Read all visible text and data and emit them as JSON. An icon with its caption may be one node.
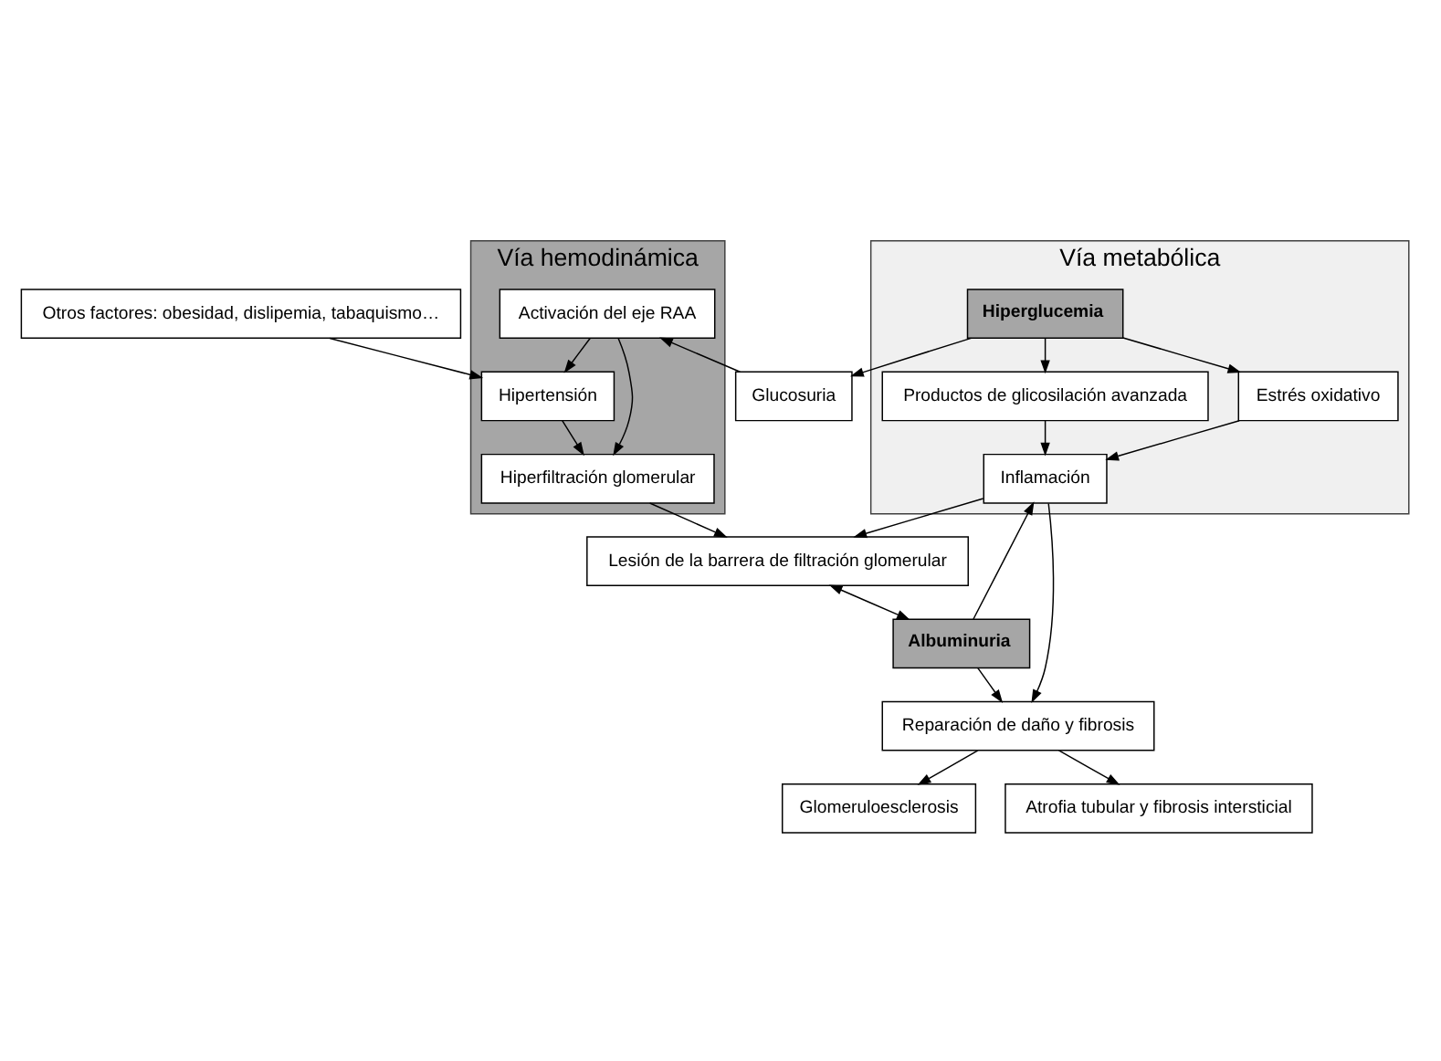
{
  "diagram": {
    "nodes": [
      {
        "text": [
          "Otros factores: obesidad, dislipemia, tabaquismo…"
        ]
      },
      {
        "text": [
          "Vía hemodinámica"
        ]
      },
      {
        "text": [
          "Hipertensión"
        ],
        "in": 1
      },
      {
        "text": [
          "Activación del eje RAA"
        ],
        "in": 1
      },
      {
        "text": [
          "Hiperfiltración glomerular"
        ],
        "in": 1
      },
      {
        "text": [
          "Vía metabólica"
        ]
      },
      {
        "text": [
          "Hiperglucemia"
        ],
        "in": 5
      },
      {
        "text": [
          "Glucosuria"
        ]
      },
      {
        "text": [
          "Productos de glicosilación avanzada"
        ],
        "in": 5
      },
      {
        "text": [
          "Estrés oxidativo"
        ],
        "in": 5
      },
      {
        "text": [
          "Inflamación"
        ],
        "in": 5
      },
      {
        "text": [
          "Lesión de la barrera de filtración glomerular"
        ]
      },
      {
        "text": [
          "Albuminuria"
        ]
      },
      {
        "text": [
          "Reparación de daño y fibrosis"
        ]
      },
      {
        "text": [
          "Glomeruloesclerosis"
        ]
      },
      {
        "text": [
          "Atrofia tubular y fibrosis intersticial"
        ]
      }
    ],
    "edges": [
      {
        "from": 0,
        "to": 2,
        "arrow": "to"
      },
      {
        "from": 6,
        "to": 7,
        "arrow": "to"
      },
      {
        "from": 7,
        "to": 3,
        "arrow": "to"
      },
      {
        "from": 3,
        "to": 2,
        "arrow": "to"
      },
      {
        "from": 2,
        "to": 4,
        "arrow": "to"
      },
      {
        "from": 3,
        "to": 4,
        "arrow": "to"
      },
      {
        "from": 6,
        "to": 8,
        "arrow": "to"
      },
      {
        "from": 6,
        "to": 9,
        "arrow": "to"
      },
      {
        "from": 8,
        "to": 10,
        "arrow": "to"
      },
      {
        "from": 9,
        "to": 10,
        "arrow": "to"
      },
      {
        "from": 4,
        "to": 11,
        "arrow": "to"
      },
      {
        "from": 10,
        "to": 11,
        "arrow": "to"
      },
      {
        "from": 11,
        "to": 12,
        "arrow": "both"
      },
      {
        "from": 12,
        "to": 10,
        "arrow": "to"
      },
      {
        "from": 12,
        "to": 13,
        "arrow": "to"
      },
      {
        "from": 10,
        "to": 13,
        "arrow": "to"
      },
      {
        "from": 13,
        "to": 14,
        "arrow": "to"
      },
      {
        "from": 13,
        "to": 15,
        "arrow": "to"
      }
    ]
  }
}
